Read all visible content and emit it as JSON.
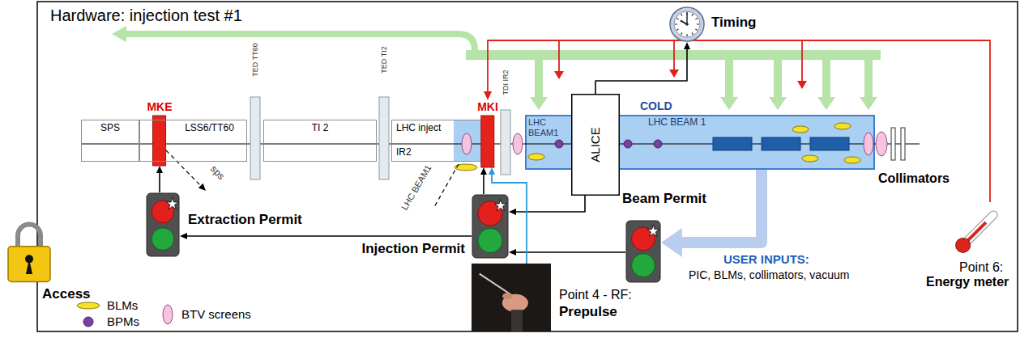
{
  "diagram": {
    "title": "Hardware: injection test #1",
    "nodes": [
      {
        "text": [
          "Timing"
        ]
      },
      {
        "text": [
          "SPS"
        ]
      },
      {
        "text": [
          "MKE"
        ]
      },
      {
        "text": [
          "LSS6/TT60"
        ]
      },
      {
        "text": [
          "TI 2"
        ]
      },
      {
        "text": [
          "LHC inject",
          "IR2"
        ]
      },
      {
        "text": [
          "MKI"
        ]
      },
      {
        "text": [
          "COLD",
          "LHC BEAM1",
          "LHC BEAM 1"
        ]
      },
      {
        "text": [
          "ALICE"
        ]
      },
      {
        "text": [
          "Extraction Permit"
        ]
      },
      {
        "text": [
          "Injection Permit"
        ]
      },
      {
        "text": [
          "Beam Permit"
        ]
      },
      {
        "text": [
          "Access"
        ]
      },
      {
        "text": [
          "Point 4 - RF:",
          "Prepulse"
        ]
      },
      {
        "text": [
          "Point 6:",
          "Energy meter"
        ]
      }
    ],
    "edges": [
      {
        "from": 9,
        "to": 2,
        "arrow": "to"
      },
      {
        "from": 10,
        "to": 9,
        "arrow": "to"
      },
      {
        "from": 10,
        "to": 6,
        "arrow": "to"
      },
      {
        "from": 11,
        "to": 10,
        "arrow": "to"
      },
      {
        "from": 8,
        "to": 10,
        "arrow": "to"
      },
      {
        "from": 8,
        "to": 0,
        "arrow": "to"
      },
      {
        "from": 13,
        "to": 6,
        "arrow": "to"
      },
      {
        "from": 14,
        "to": 6,
        "arrow": "to"
      },
      {
        "from": 7,
        "to": 11,
        "arrow": "to"
      }
    ],
    "labels": [
      "TED TT60",
      "TED TI2",
      "TDI IR2",
      "sps",
      "LHC BEAM1",
      "Collimators",
      "USER INPUTS:",
      "PIC, BLMs, collimators, vacuum"
    ],
    "legend": [
      {
        "text": "BLMs"
      },
      {
        "text": "BPMs"
      },
      {
        "text": "BTV screens"
      }
    ]
  }
}
